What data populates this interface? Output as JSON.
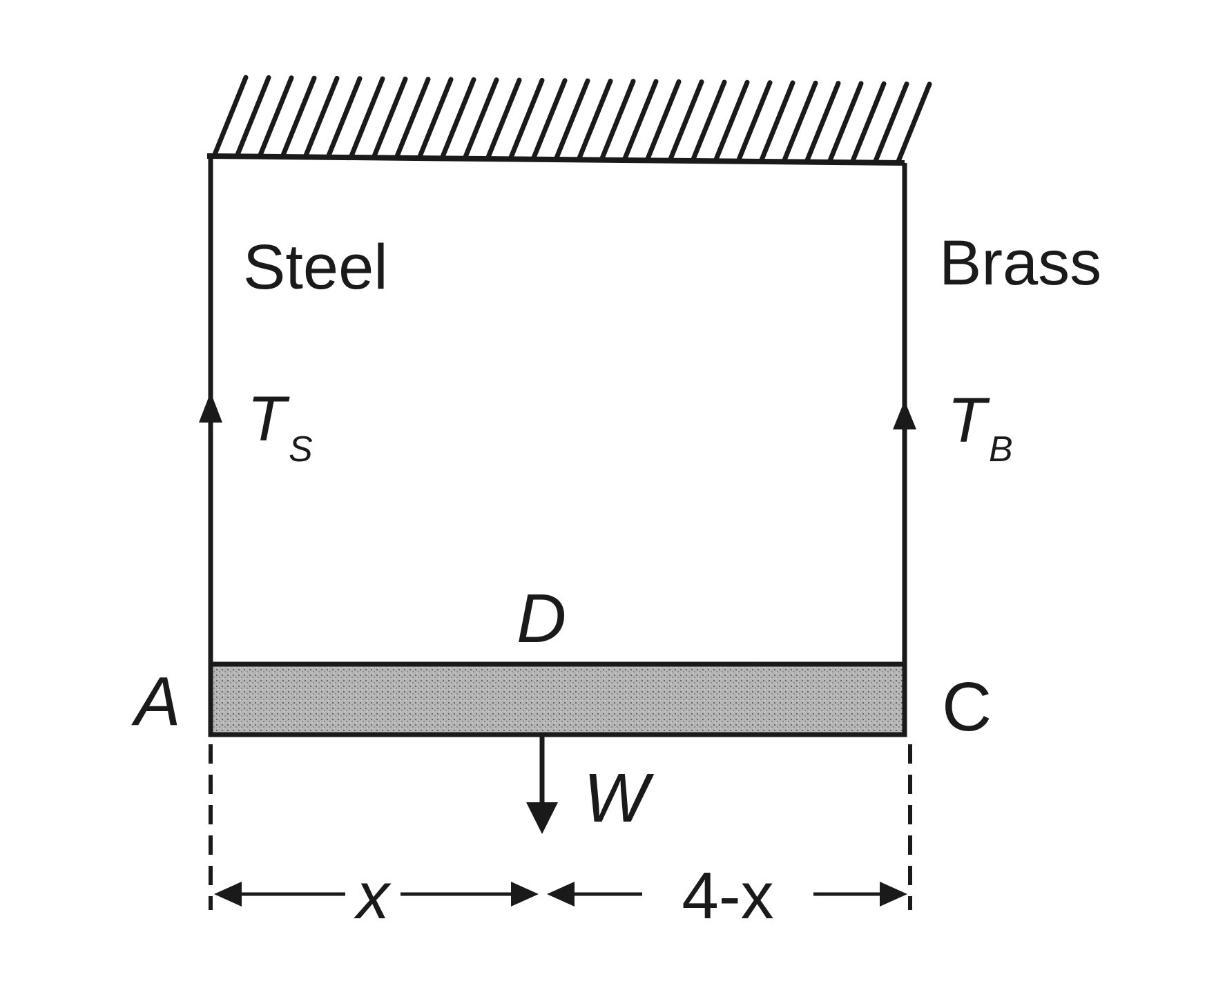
{
  "labels": {
    "steel": "Steel",
    "brass": "Brass",
    "tension_steel": "T",
    "tension_steel_sub": "S",
    "tension_brass": "T",
    "tension_brass_sub": "B",
    "point_a": "A",
    "point_c": "C",
    "point_d": "D",
    "load": "W",
    "dim_left": "x",
    "dim_right": "4-x"
  },
  "colors": {
    "ink": "#1a1a1a",
    "rod_fill": "#b5b5b5",
    "background": "#ffffff"
  }
}
